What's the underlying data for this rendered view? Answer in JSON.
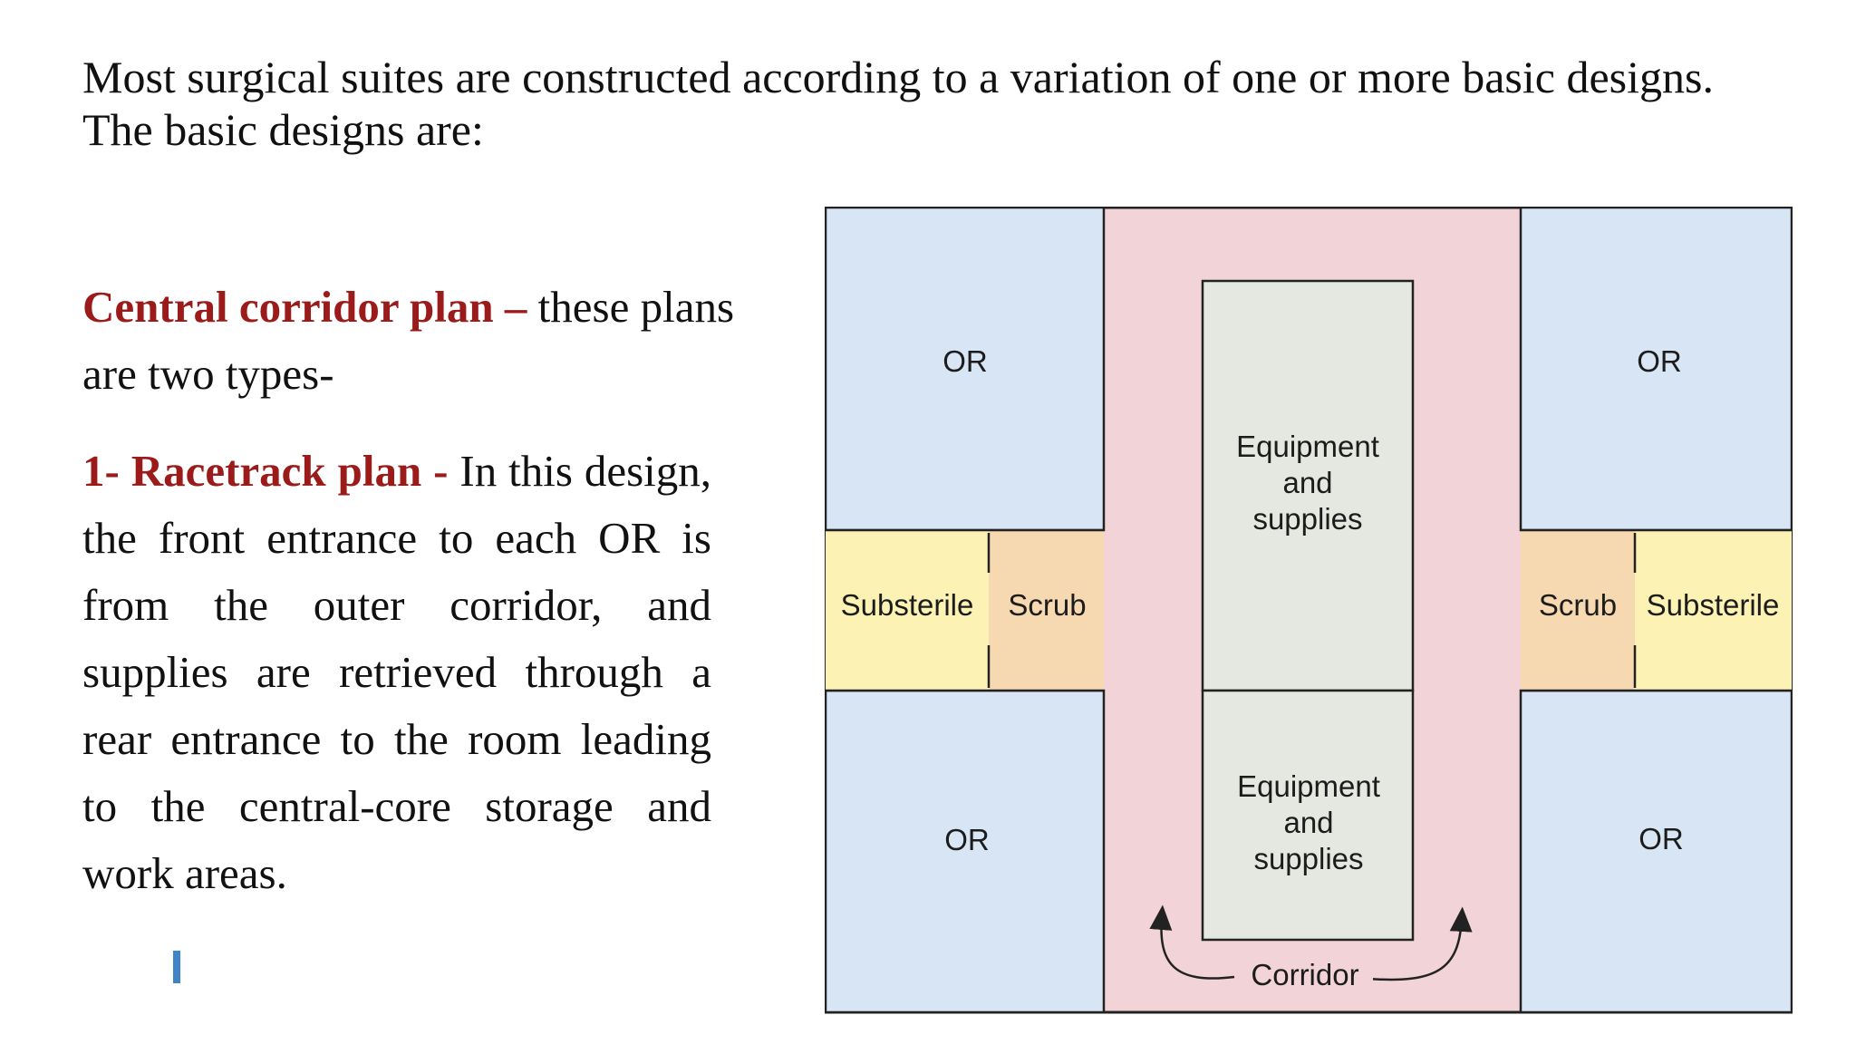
{
  "intro": {
    "line1": "Most surgical suites are constructed according to a variation of one or more basic designs.",
    "line2": "The basic designs are:"
  },
  "section": {
    "heading": "Central corridor plan –",
    "heading_rest": " these plans",
    "heading_line2": "are two types-"
  },
  "racetrack": {
    "label": "1-  Racetrack  plan  -",
    "text": "In this design, the front entrance to each OR is from the outer corridor, and supplies are retrieved through a rear entrance to the room leading to the central-core storage and work areas."
  },
  "diagram": {
    "or_top_left": "OR",
    "or_bottom_left": "OR",
    "or_top_right": "OR",
    "or_bottom_right": "OR",
    "substerile_left": "Substerile",
    "scrub_left": "Scrub",
    "scrub_right": "Scrub",
    "substerile_right": "Substerile",
    "equipment_top": "Equipment\nand\nsupplies",
    "equipment_bottom": "Equipment\nand\nsupplies",
    "corridor": "Corridor",
    "colors": {
      "or": "#d8e5f5",
      "corridor": "#f2d4d8",
      "substerile": "#fbf2b4",
      "scrub": "#f6d9b0",
      "equipment": "#e5e8e0",
      "outline": "#222222"
    }
  }
}
